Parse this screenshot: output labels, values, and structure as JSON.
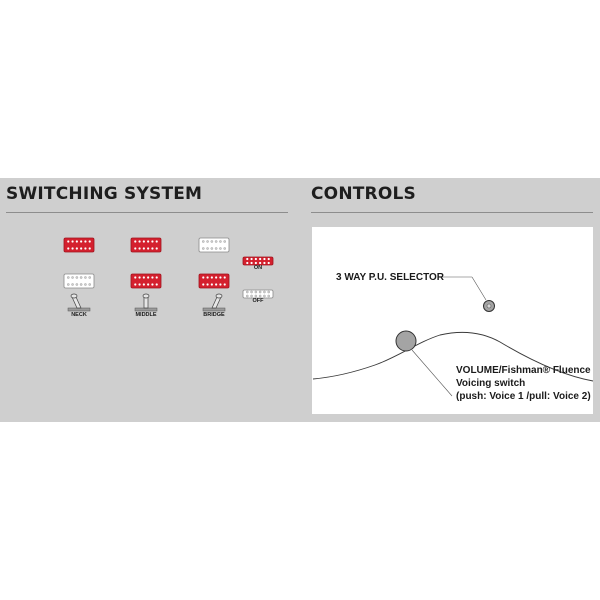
{
  "sections": {
    "switching": {
      "title": "SWITCHING SYSTEM"
    },
    "controls": {
      "title": "CONTROLS"
    }
  },
  "switching": {
    "positions": [
      {
        "label": "NECK",
        "neck_active": true,
        "bridge_active": false,
        "lever": "left"
      },
      {
        "label": "MIDDLE",
        "neck_active": true,
        "bridge_active": true,
        "lever": "center"
      },
      {
        "label": "BRIDGE",
        "neck_active": false,
        "bridge_active": true,
        "lever": "right"
      }
    ],
    "legend": {
      "on_label": "ON",
      "off_label": "OFF"
    }
  },
  "controls": {
    "selector_label": "3 WAY P.U. SELECTOR",
    "volume_label_lines": [
      "VOLUME/Fishman® Fluence",
      "Voicing switch",
      "(push: Voice 1 /pull: Voice 2)"
    ]
  },
  "colors": {
    "band": "#cfcfcf",
    "pickup_on": "#d4202e",
    "pickup_off": "#ffffff",
    "knob": "#a4a4a4"
  }
}
